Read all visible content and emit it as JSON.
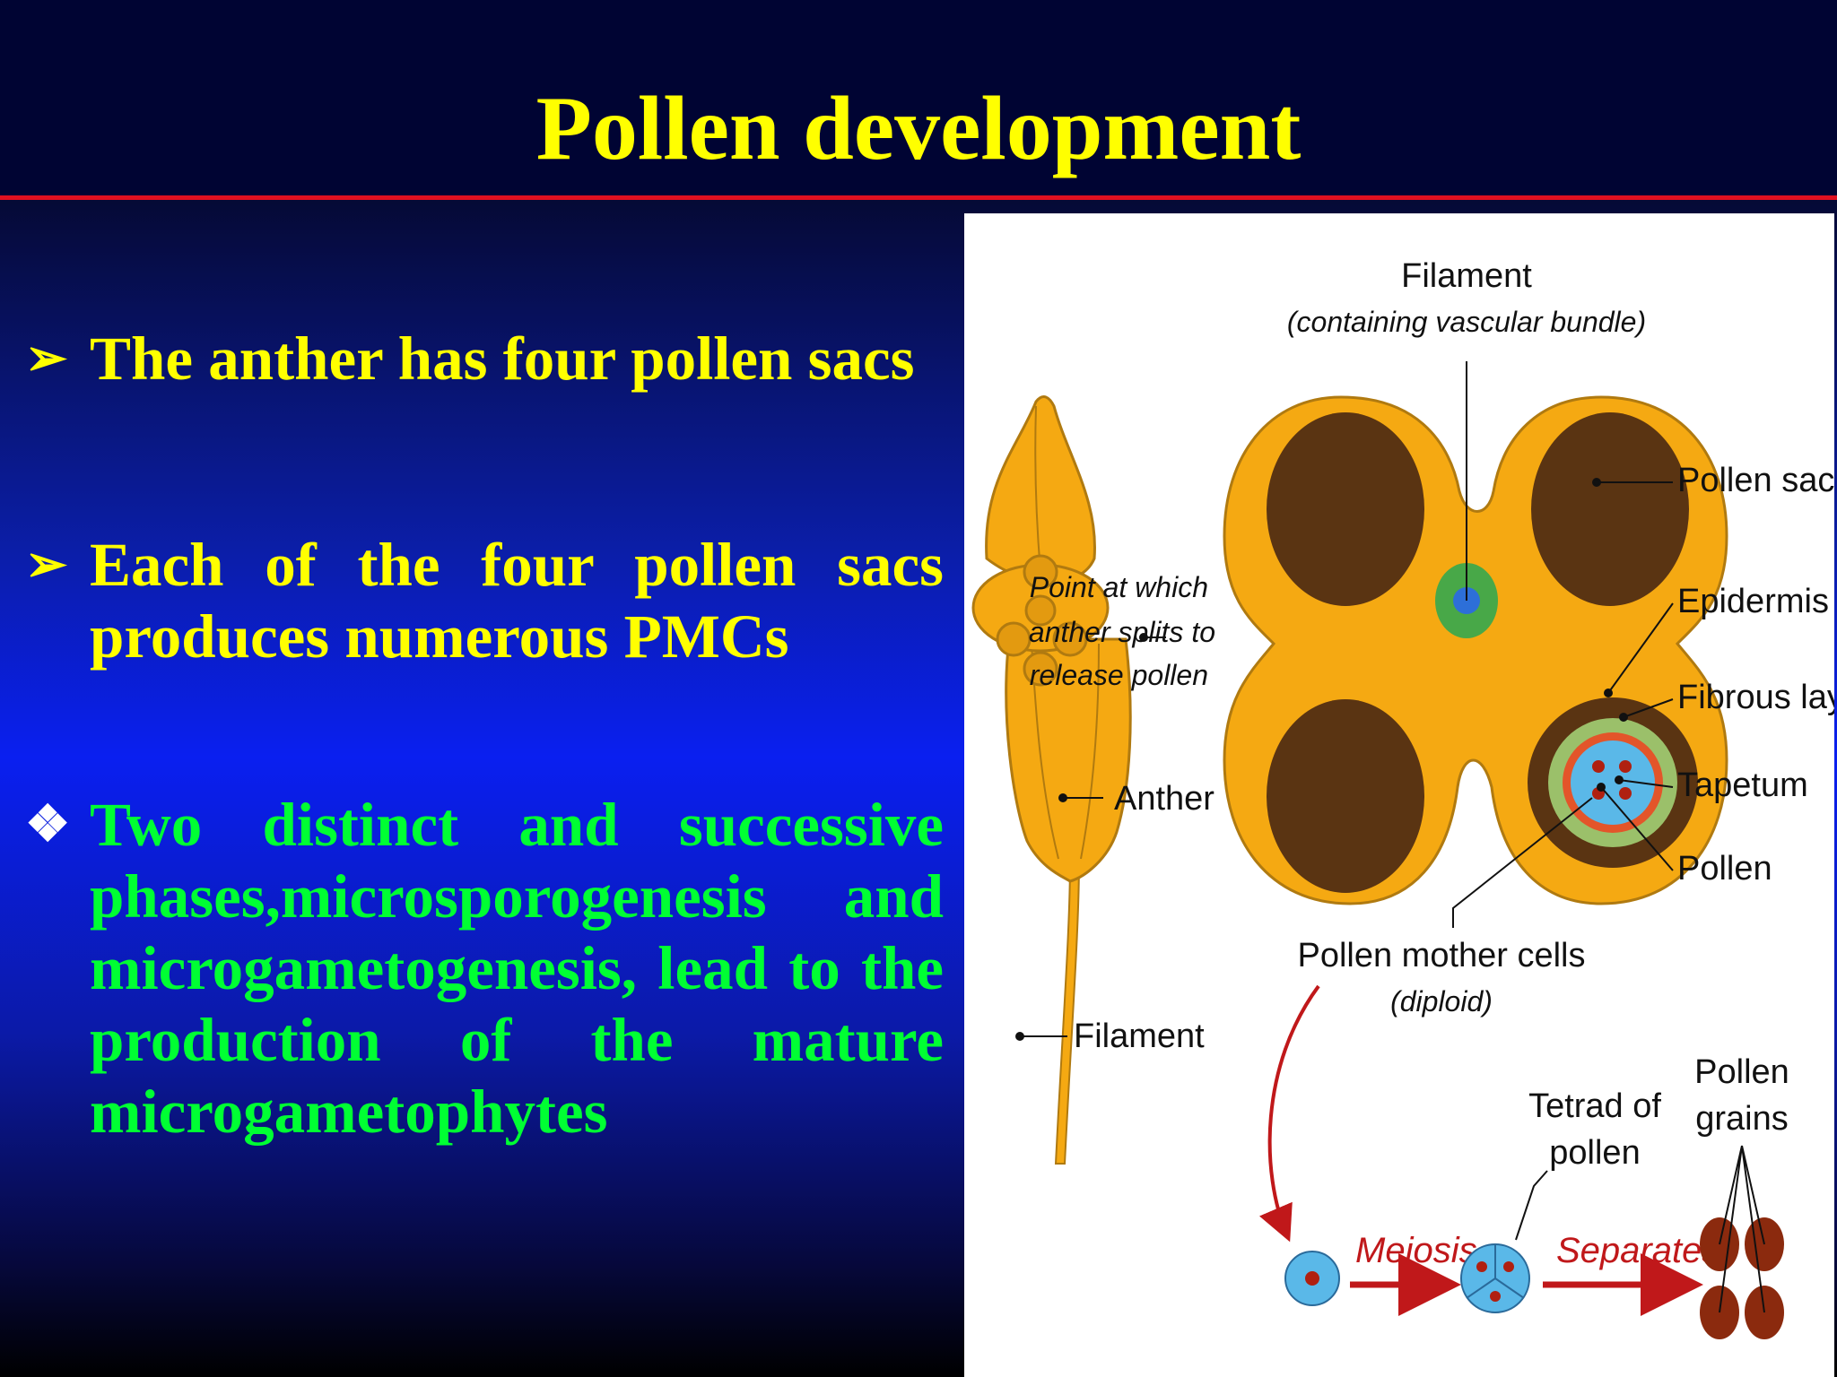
{
  "slide": {
    "title": "Pollen development",
    "bullets": [
      {
        "marker": "➢",
        "color": "#ffff00",
        "text": "The anther has four pollen sacs"
      },
      {
        "marker": "➢",
        "color": "#ffff00",
        "text": " Each of the four pollen sacs produces numerous PMCs"
      },
      {
        "marker": "❖",
        "color": "#00ff33",
        "marker_color": "#ffffff",
        "text": "Two distinct and successive phases,microsporogenesis and microgametogenesis, lead to the production of the mature microgametophytes"
      }
    ]
  },
  "diagram": {
    "labels": {
      "filament_top": "Filament",
      "filament_top_sub": "(containing vascular bundle)",
      "pollen_sac": "Pollen sac",
      "epidermis": "Epidermis",
      "fibrous_layer": "Fibrous layer",
      "tapetum": "Tapetum",
      "pollen": "Pollen",
      "split_1": "Point at which",
      "split_2": "anther splits to",
      "split_3": "release pollen",
      "anther": "Anther",
      "filament_side": "Filament",
      "pmc": "Pollen mother cells",
      "pmc_sub": "(diploid)",
      "tetrad_1": "Tetrad of",
      "tetrad_2": "pollen",
      "grains_1": "Pollen",
      "grains_2": "grains",
      "meiosis": "Meiosis",
      "separates": "Separates"
    },
    "colors": {
      "anther_body": "#f5a912",
      "sac": "#5a3412",
      "vascular": "#48a848",
      "tapetum": "#e3552a",
      "cell": "#5ab8e8",
      "grain": "#8b2a0e"
    }
  }
}
